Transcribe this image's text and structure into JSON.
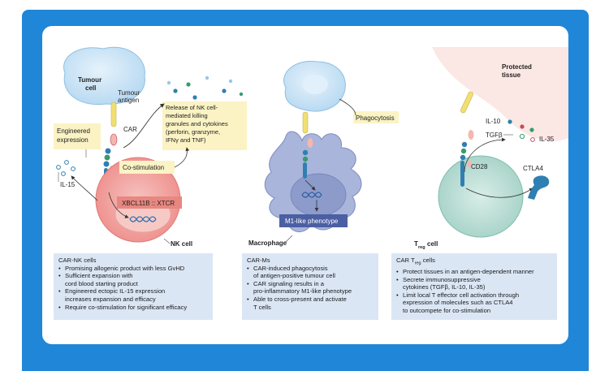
{
  "colors": {
    "frame": "#1f86d8",
    "tumour_cell": "#cfe6f7",
    "nk_cell": "#f3a7a5",
    "macrophage": "#a9b5da",
    "treg_cell": "#bfe0d8",
    "protected_tissue": "#fbe7e4",
    "callout": "#fbf3c4",
    "textbox": "#dbe6f5",
    "antigen": "#f0df73",
    "car_receptor": "#2f7fb2"
  },
  "panel1": {
    "tumour_cell": "Tumour\ncell",
    "tumour_antigen": "Tumour\nantigen",
    "car": "CAR",
    "engineered_expression": "Engineered\nexpression",
    "release": "Release of NK cell-\nmediated killing\ngranules and cytokines\n(perforin, granzyme,\nIFNγ and TNF)",
    "co_stimulation": "Co-stimulation",
    "il15": "IL-15",
    "gene_bar": "XBCL11B :: XTCR",
    "nk_cell": "NK cell",
    "box_title": "CAR-NK cells",
    "bullets": [
      "Promising allogenic product with less GvHD",
      "Sufficient expansion with\ncord blood starting product",
      "Engineered ectopic IL-15 expression\nincreases expansion and efficacy",
      "Require co-stimulation for significant efficacy"
    ]
  },
  "panel2": {
    "phagocytosis": "Phagocytosis",
    "m1": "M1-like phenotype",
    "macrophage": "Macrophage",
    "box_title": "CAR-Ms",
    "bullets": [
      "CAR-induced phagocytosis\nof antigen-positive tumour cell",
      "CAR signaling results in a\npro-inflammatory M1-like phenotype",
      "Able to cross-present and activate\nT cells"
    ]
  },
  "panel3": {
    "protected_tissue": "Protected\ntissue",
    "il10": "IL-10",
    "tgfb": "TGFβ",
    "il35": "IL-35",
    "cd28": "CD28",
    "ctla4": "CTLA4",
    "treg_main": "T",
    "treg_sub": "reg",
    "treg_cell": "cell",
    "box_title_main": "CAR T",
    "box_title_sub": "reg",
    "box_title_end": "cells",
    "bullets": [
      "Protect tissues in an antigen-dependent manner",
      "Secrete immunosuppressive\ncytokines (TGFβ, IL-10, IL-35)",
      "Limit local T effector cell activation through\nexpression of molecules such as CTLA4\nto outcompete for co-stimulation"
    ]
  }
}
